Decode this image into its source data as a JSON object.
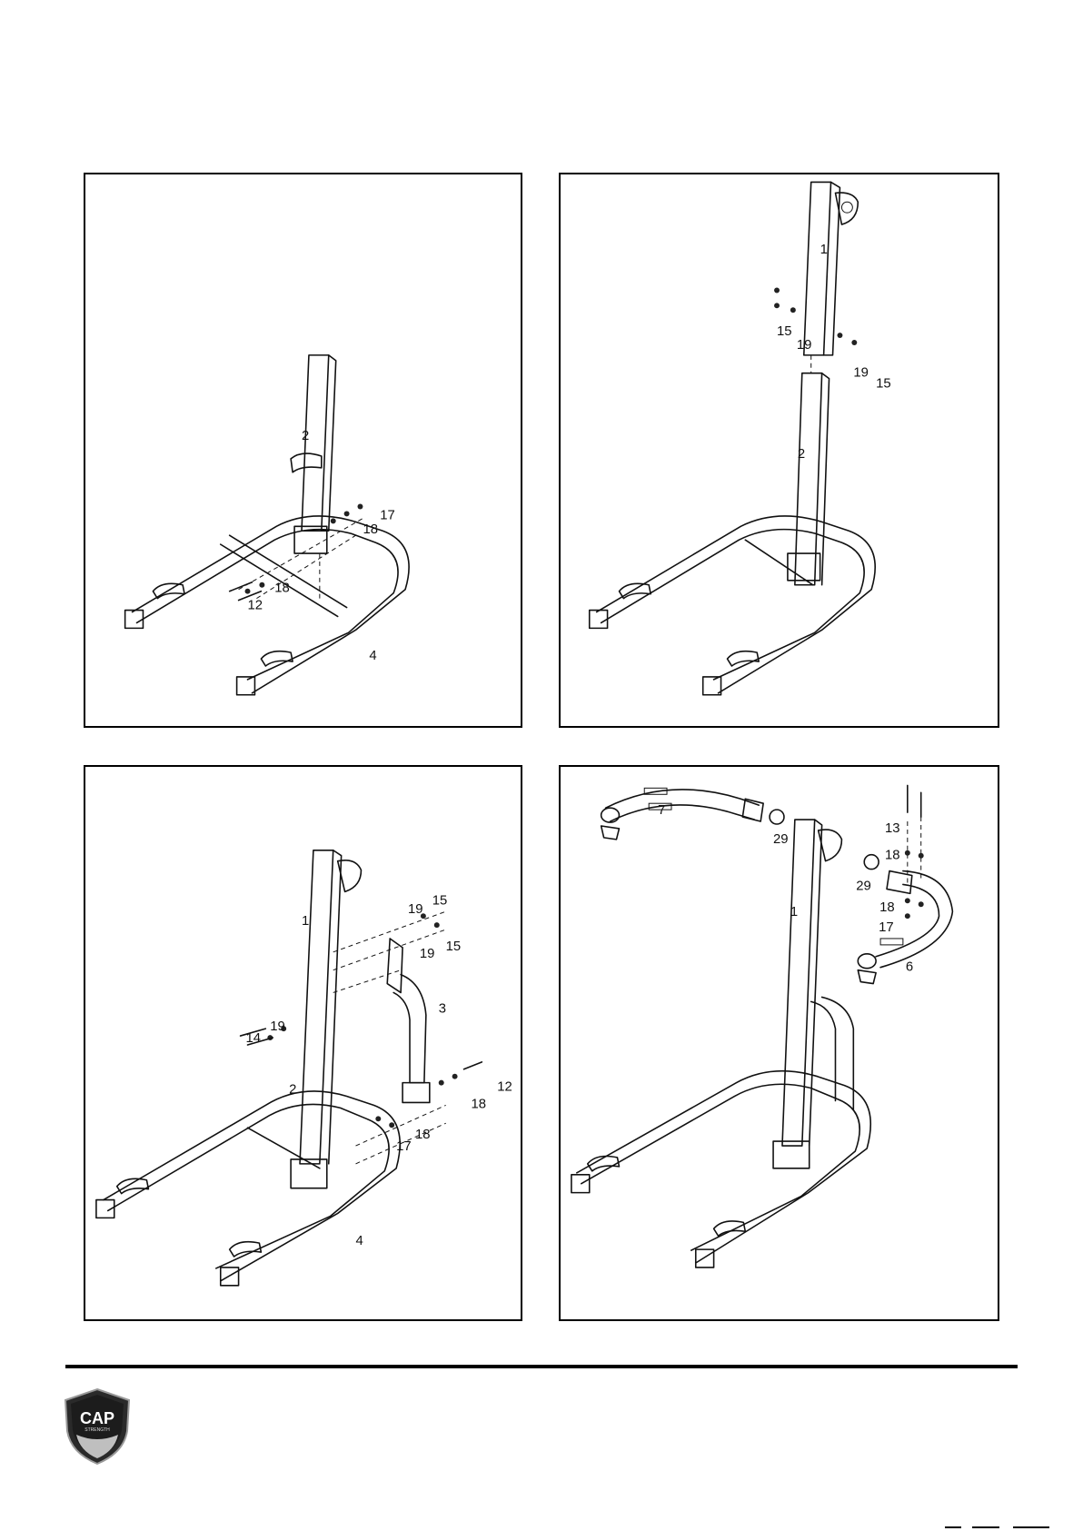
{
  "logo": {
    "text": "CAP",
    "subtext": "STRENGTH"
  },
  "step1": {
    "labels": {
      "p2": "2",
      "p17": "17",
      "p18a": "18",
      "p18b": "18",
      "p12": "12",
      "p4": "4"
    }
  },
  "step2": {
    "labels": {
      "p1": "1",
      "p15a": "15",
      "p19a": "19",
      "p19b": "19",
      "p15b": "15",
      "p2": "2"
    }
  },
  "step3": {
    "labels": {
      "p1": "1",
      "p15a": "15",
      "p19a": "19",
      "p19b": "19",
      "p15b": "15",
      "p3": "3",
      "p19c": "19",
      "p14": "14",
      "p2": "2",
      "p12": "12",
      "p18a": "18",
      "p18b": "18",
      "p17": "17",
      "p4": "4"
    }
  },
  "step4": {
    "labels": {
      "p7": "7",
      "p29a": "29",
      "p13": "13",
      "p18a": "18",
      "p29b": "29",
      "p1": "1",
      "p18b": "18",
      "p17": "17",
      "p6": "6"
    }
  }
}
